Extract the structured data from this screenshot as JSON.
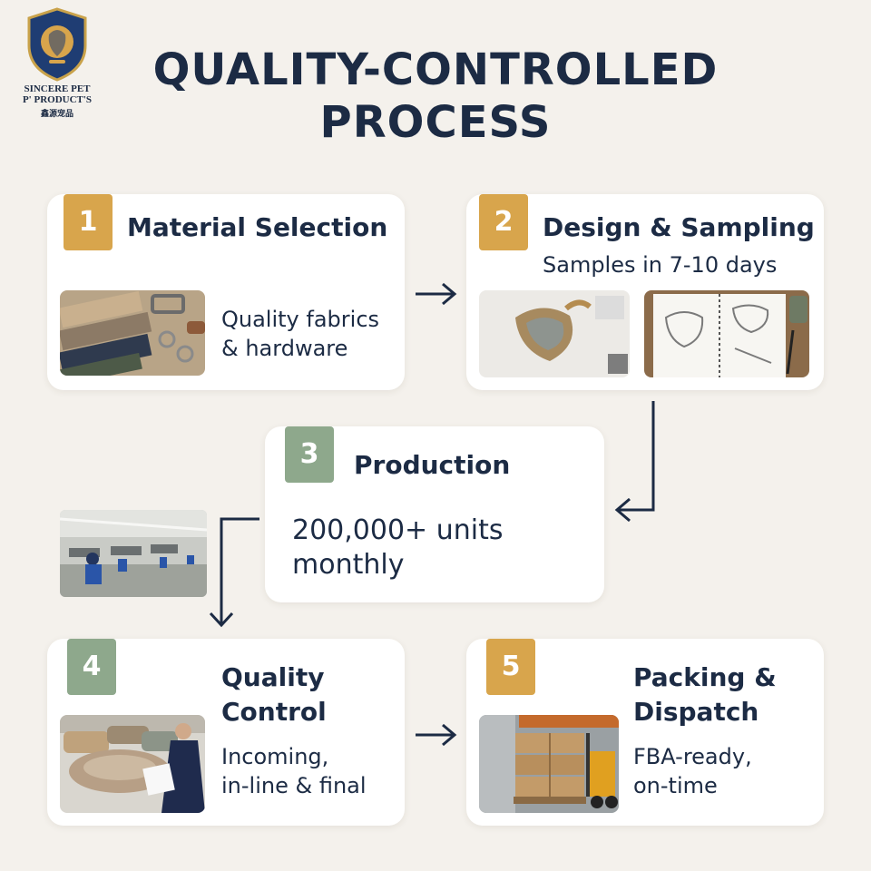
{
  "logo": {
    "brand_line1": "SINCERE PET",
    "brand_line2": "P' PRODUCT'S",
    "brand_cn": "鑫源宠品"
  },
  "title": {
    "line1": "QUALITY-CONTROLLED",
    "line2": "PROCESS"
  },
  "steps": [
    {
      "number": "1",
      "title": "Material Selection",
      "desc_line1": "Quality fabrics",
      "desc_line2": "& hardware"
    },
    {
      "number": "2",
      "title": "Design & Sampling",
      "subtitle": "Samples in 7-10 days"
    },
    {
      "number": "3",
      "title": "Production",
      "desc_line1": "200,000+ units",
      "desc_line2": "monthly"
    },
    {
      "number": "4",
      "title_line1": "Quality",
      "title_line2": "Control",
      "desc_line1": "Incoming,",
      "desc_line2": "in-line & final"
    },
    {
      "number": "5",
      "title_line1": "Packing &",
      "title_line2": "Dispatch",
      "desc_line1": "FBA-ready,",
      "desc_line2": "on-time"
    }
  ],
  "colors": {
    "navy": "#1c2b44",
    "gold_badge": "#d8a54c",
    "sage_badge": "#8ea88c",
    "background": "#f4f1ec"
  }
}
